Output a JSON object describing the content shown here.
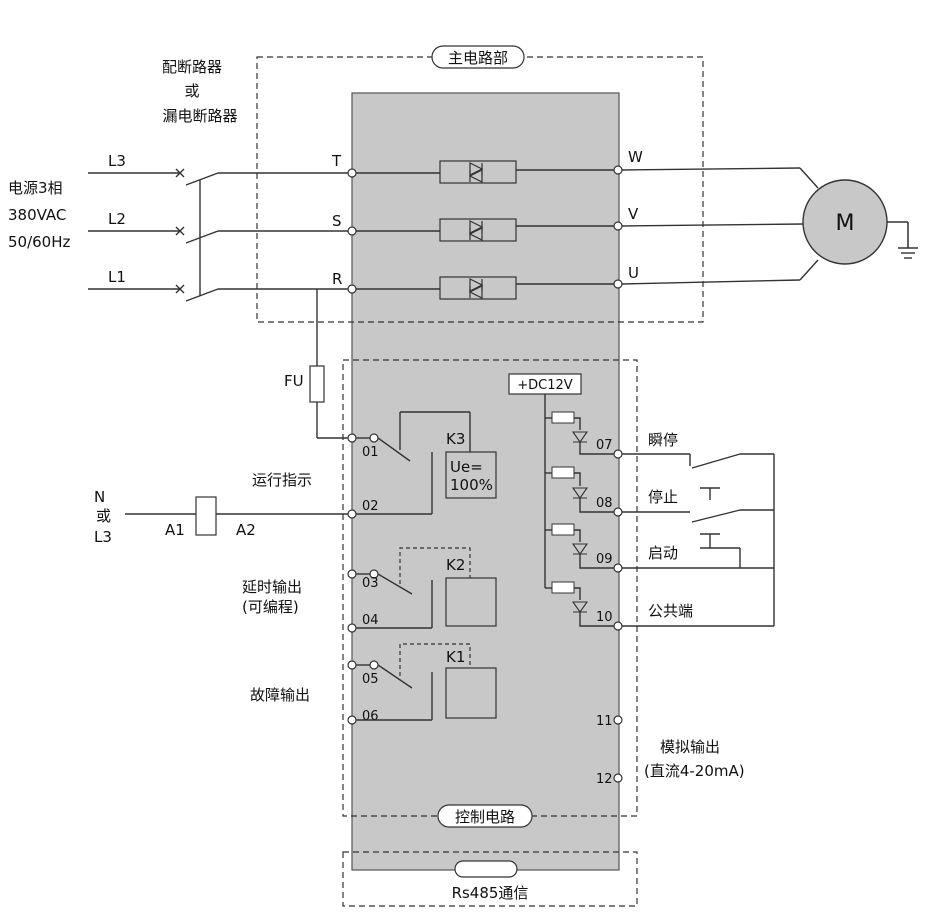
{
  "sections": {
    "main_circuit": "主电路部",
    "control_circuit": "控制电路",
    "comm": "Rs485通信"
  },
  "breaker": {
    "line1": "配断路器",
    "line2": "或",
    "line3": "漏电断路器"
  },
  "power_source": {
    "line1": "电源3相",
    "line2": "380VAC",
    "line3": "50/60Hz"
  },
  "lines": {
    "l3": "L3",
    "l2": "L2",
    "l1": "L1"
  },
  "main_terminals": {
    "t": "T",
    "s": "S",
    "r": "R",
    "w": "W",
    "v": "V",
    "u": "U"
  },
  "motor": "M",
  "fuse": "FU",
  "supply_label": "+DC12V",
  "relays": {
    "k3": "K3",
    "k3_rating_1": "Ue=",
    "k3_rating_2": "100%",
    "k2": "K2",
    "k1": "K1"
  },
  "control_terminals": [
    "01",
    "02",
    "03",
    "04",
    "05",
    "06",
    "07",
    "08",
    "09",
    "10",
    "11",
    "12"
  ],
  "left_labels": {
    "run_indicator": "运行指示",
    "delay_output_1": "延时输出",
    "delay_output_2": "(可编程)",
    "fault_output": "故障输出"
  },
  "coil": {
    "n": "N",
    "or": "或",
    "l3": "L3",
    "a1": "A1",
    "a2": "A2"
  },
  "right_labels": {
    "instant_stop": "瞬停",
    "stop": "停止",
    "start": "启动",
    "common": "公共端",
    "analog_output_1": "模拟输出",
    "analog_output_2": "(直流4-20mA)"
  }
}
